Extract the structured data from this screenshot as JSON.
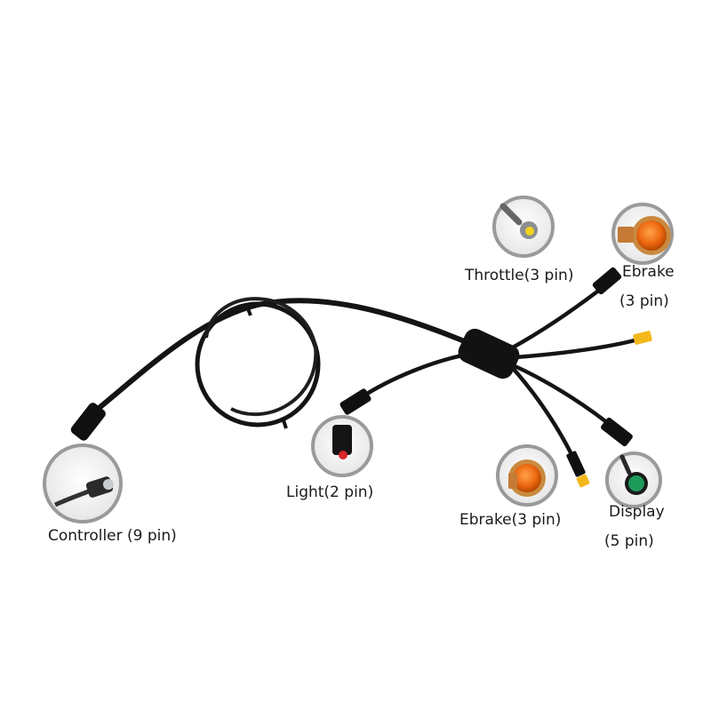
{
  "labels": {
    "throttle": "Throttle(3 pin)",
    "ebrake_top_line1": "Ebrake",
    "ebrake_top_line2": "(3 pin)",
    "light": "Light(2 pin)",
    "controller": "Controller (9 pin)",
    "ebrake_bottom": "Ebrake(3 pin)",
    "display_line1": "Display",
    "display_line2": "(5 pin)"
  },
  "colors": {
    "cable": "#141414",
    "circle_ring": "#9a9a9a",
    "throttle_face": "#f2d21e",
    "ebrake_face": "#ee6a12",
    "light_face": "#d8262a",
    "display_face": "#1e9a5a",
    "controller_face": "#c8ccd0",
    "yellow_plug": "#f4b81c"
  }
}
